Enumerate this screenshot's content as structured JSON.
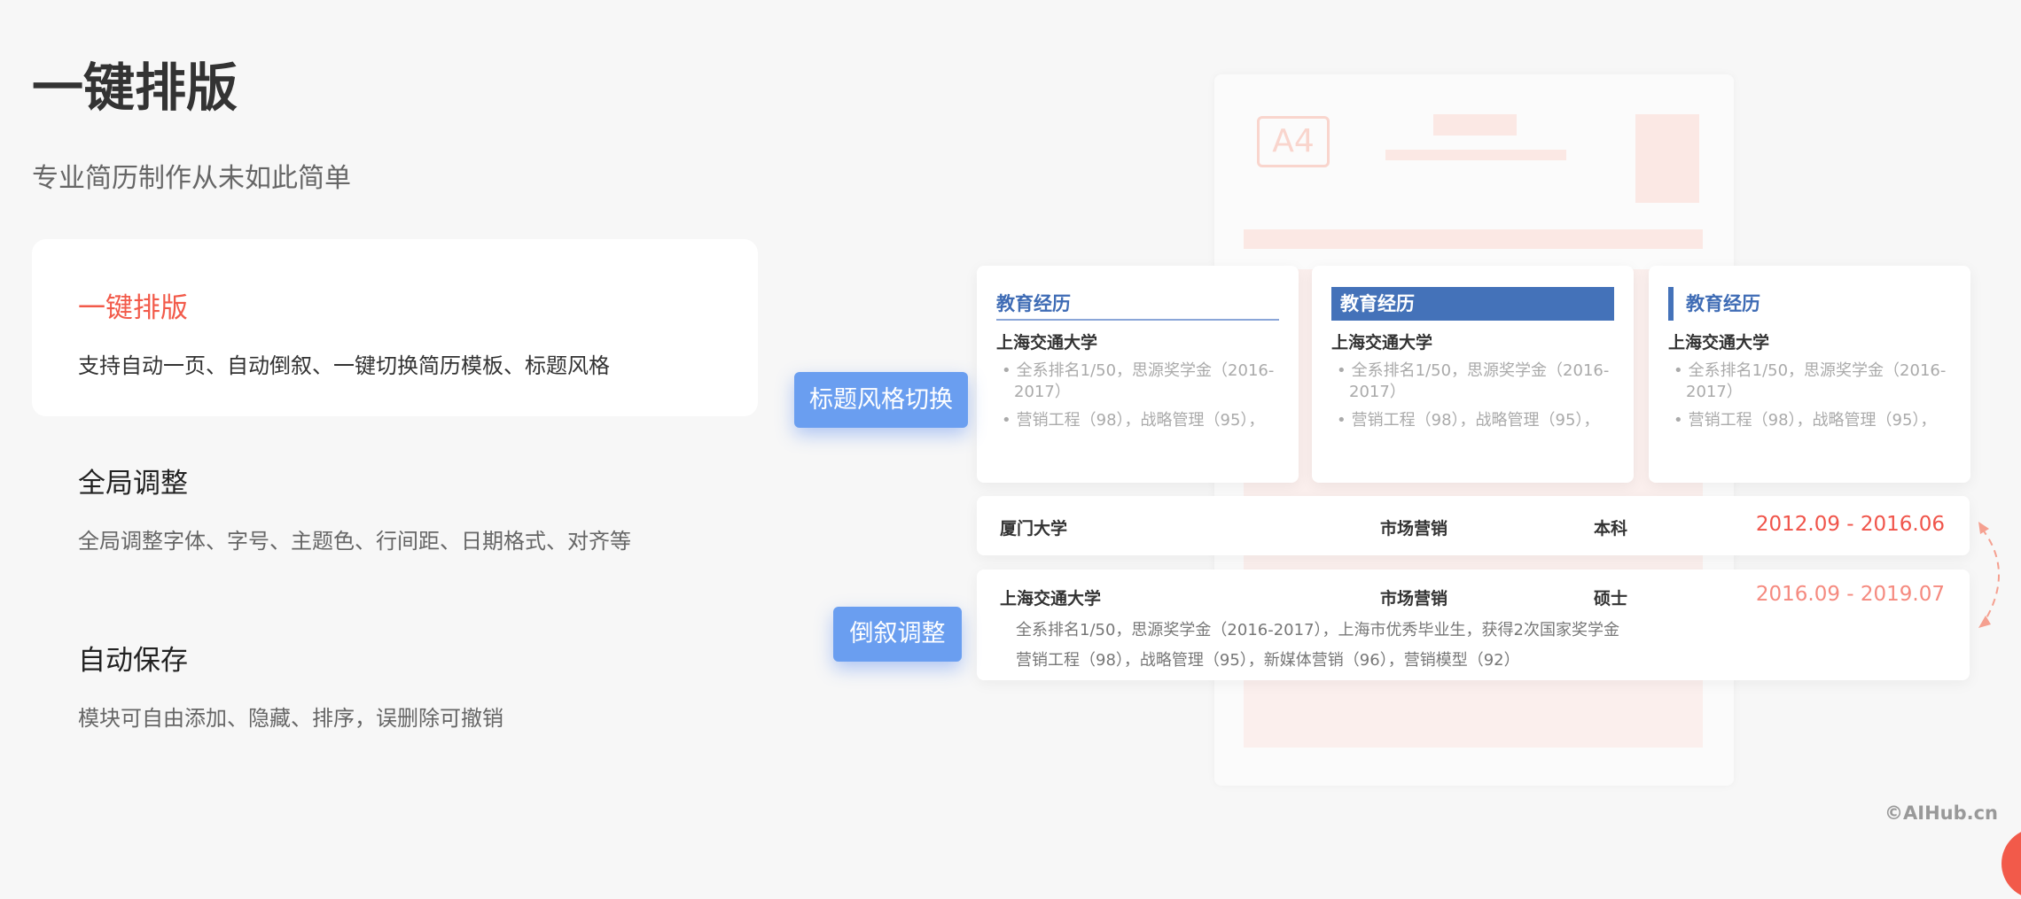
{
  "header": {
    "title": "一键排版",
    "subtitle": "专业简历制作从未如此简单"
  },
  "features": [
    {
      "title": "一键排版",
      "desc": "支持自动一页、自动倒叙、一键切换简历模板、标题风格",
      "active": true
    },
    {
      "title": "全局调整",
      "desc": "全局调整字体、字号、主题色、行间距、日期格式、对齐等"
    },
    {
      "title": "自动保存",
      "desc": "模块可自由添加、隐藏、排序，误删除可撤销"
    }
  ],
  "preview": {
    "a4_label": "A4",
    "cards": [
      {
        "heading": "教育经历",
        "school": "上海交通大学",
        "bullets": [
          "全系排名1/50，思源奖学金（2016-2017）",
          "营销工程（98），战略管理（95），"
        ]
      },
      {
        "heading": "教育经历",
        "school": "上海交通大学",
        "bullets": [
          "全系排名1/50，思源奖学金（2016-2017）",
          "营销工程（98），战略管理（95），"
        ]
      },
      {
        "heading": "教育经历",
        "school": "上海交通大学",
        "bullets": [
          "全系排名1/50，思源奖学金（2016-2017）",
          "营销工程（98），战略管理（95），"
        ]
      }
    ],
    "title_style_button": "标题风格切换",
    "rows": [
      {
        "school": "厦门大学",
        "major": "市场营销",
        "degree": "本科",
        "date": "2012.09 - 2016.06"
      },
      {
        "school": "上海交通大学",
        "major": "市场营销",
        "degree": "硕士",
        "date": "2016.09 - 2019.07",
        "bullets": [
          "全系排名1/50，思源奖学金（2016-2017），上海市优秀毕业生，获得2次国家奖学金",
          "营销工程（98），战略管理（95），新媒体营销（96），营销模型（92）"
        ]
      }
    ],
    "reverse_button": "倒叙调整"
  },
  "watermark": "©AIHub.cn",
  "colors": {
    "accent": "#f25a4a",
    "blue": "#4472b9",
    "button": "#6a9ef0"
  }
}
